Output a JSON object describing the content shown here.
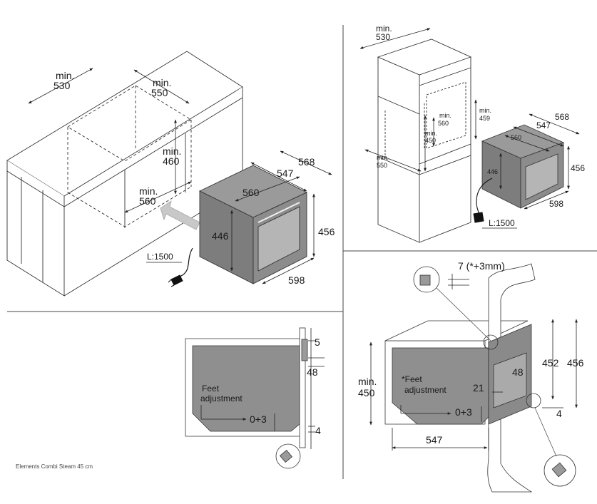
{
  "footer_text": "Elements Combi Steam 45 cm",
  "panels": {
    "under_counter": {
      "dim_min530": "min.\n530",
      "dim_min550": "min.\n550",
      "dim_min460": "min.\n460",
      "dim_min560": "min.\n560",
      "d568": "568",
      "d547": "547",
      "d560": "560",
      "d446": "446",
      "d456": "456",
      "d598": "598",
      "cable": "L:1500"
    },
    "tall_unit": {
      "dim_min530": "min.\n530",
      "dim_min560": "min.\n560",
      "dim_min450": "min.\n450",
      "dim_min459": "min.\n459",
      "dim_min550": "min.\n550",
      "d568": "568",
      "d547": "547",
      "d560": "560",
      "d446": "446",
      "d456": "456",
      "d598": "598",
      "cable": "L:1500"
    },
    "side_left": {
      "d5": "5",
      "d48": "48",
      "feet_line1": "Feet",
      "feet_line2": "adjustment",
      "range": "0+3",
      "d4": "4"
    },
    "side_right": {
      "gap": "7 (*+3mm)",
      "d452": "452",
      "d456": "456",
      "d48": "48",
      "min450": "min.\n450",
      "feet_line1": "*Feet",
      "feet_line2": "adjustment",
      "d21": "21",
      "range": "0+3",
      "d4": "4",
      "d547": "547"
    }
  },
  "colors": {
    "line": "#333333",
    "oven_body": "#8c8c8c",
    "oven_dark": "#6f6f6f",
    "panel_fill": "#8f8f8f",
    "arrow_fill": "#c8c8c8"
  }
}
